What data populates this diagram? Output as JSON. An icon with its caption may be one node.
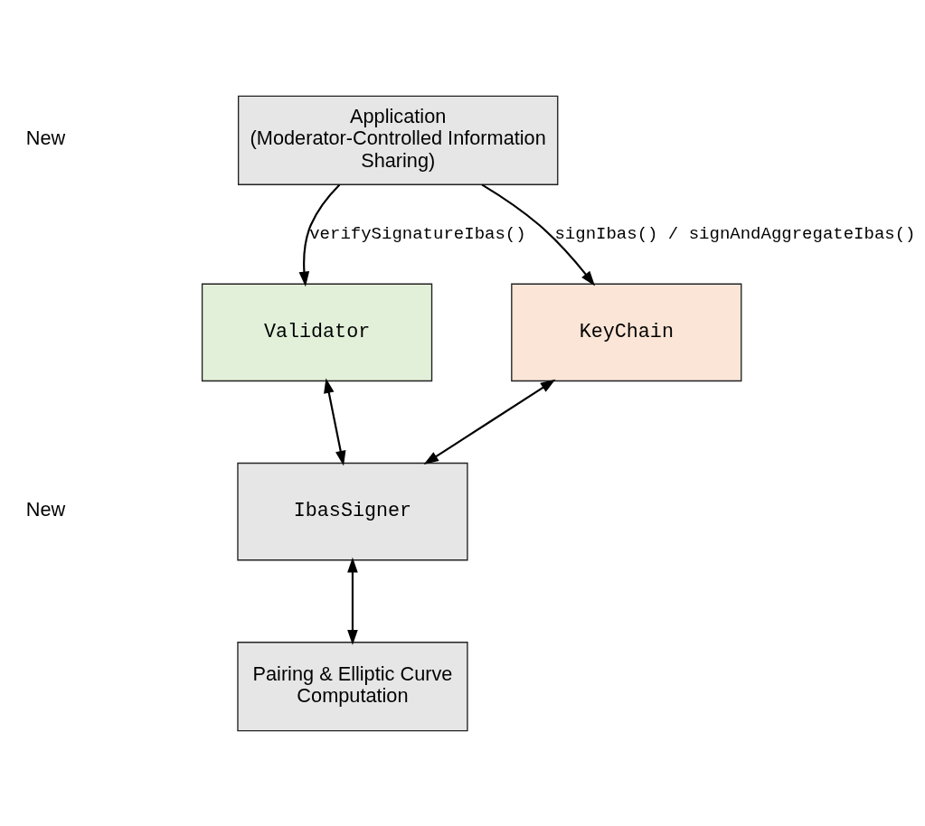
{
  "diagram": {
    "nodes": [
      {
        "text": [
          "Application (Moderator-Controlled Information Sharing)"
        ]
      },
      {
        "text": [
          "KeyChain"
        ]
      },
      {
        "text": [
          "Validator"
        ]
      },
      {
        "text": [
          "IbasSigner"
        ]
      },
      {
        "text": [
          "Pairing & Elliptic Curve Computation"
        ]
      }
    ],
    "edges": [
      {
        "from": 0,
        "to": 1,
        "arrow": "to",
        "label": "signIbas() / signAndAggregateIbas()"
      },
      {
        "from": 0,
        "to": 2,
        "arrow": "to",
        "label": "verifySignatureIbas()"
      },
      {
        "from": 1,
        "to": 3,
        "arrow": "both"
      },
      {
        "from": 2,
        "to": 3,
        "arrow": "both"
      },
      {
        "from": 3,
        "to": 4,
        "arrow": "both"
      }
    ],
    "labels": [
      "New",
      "New"
    ]
  }
}
